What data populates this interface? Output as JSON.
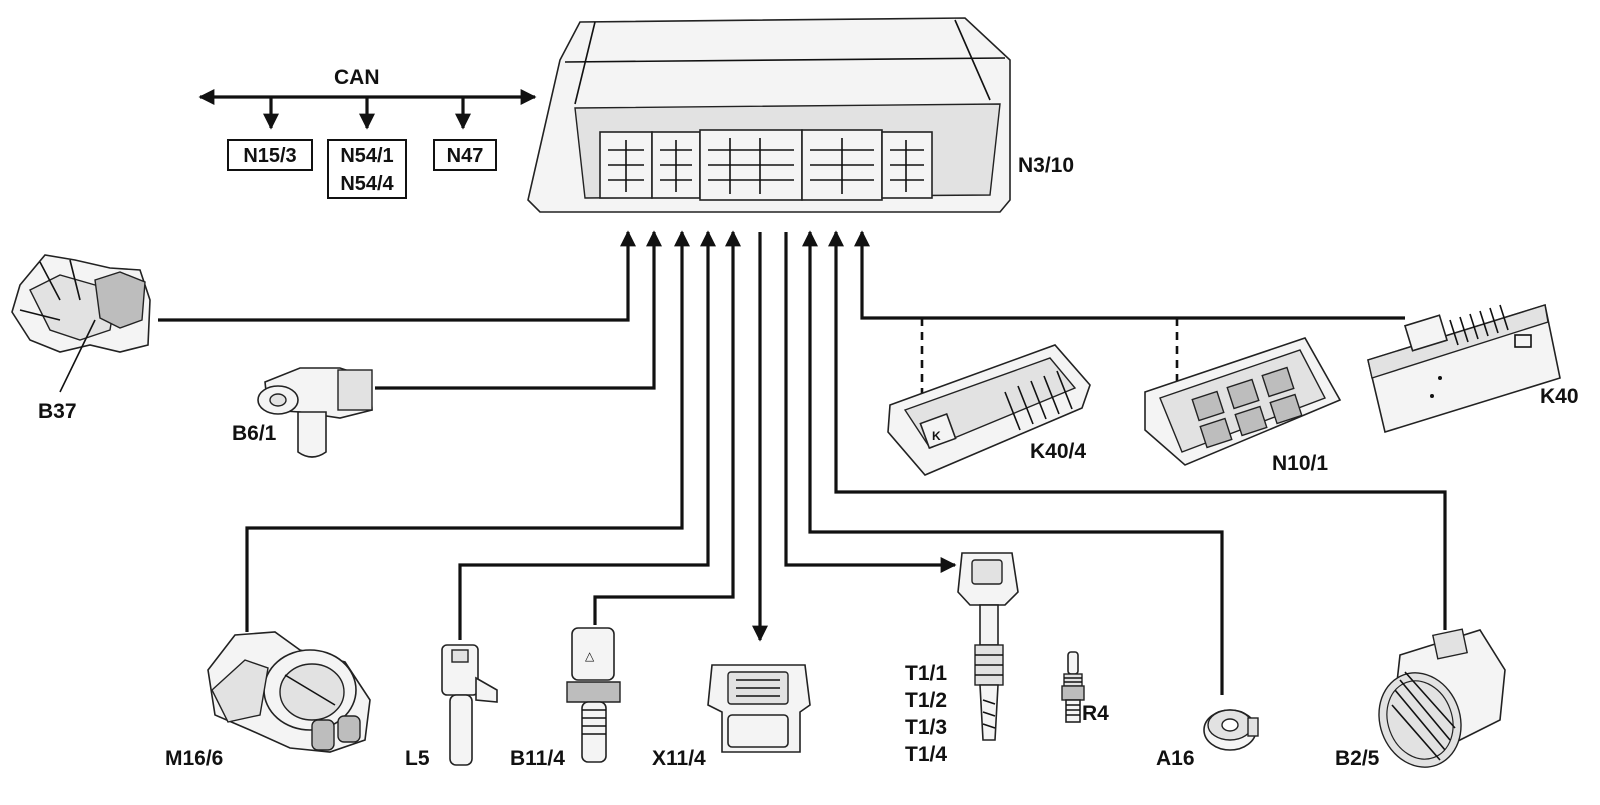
{
  "bus": {
    "label": "CAN"
  },
  "bus_nodes": [
    {
      "id": "n15-3",
      "lines": [
        "N15/3"
      ]
    },
    {
      "id": "n54",
      "lines": [
        "N54/1",
        "N54/4"
      ]
    },
    {
      "id": "n47",
      "lines": [
        "N47"
      ]
    }
  ],
  "ecu": {
    "label": "N3/10"
  },
  "components": {
    "b37": "B37",
    "b6_1": "B6/1",
    "k40_4": "K40/4",
    "n10_1": "N10/1",
    "k40": "K40",
    "m16_6": "M16/6",
    "l5": "L5",
    "b11_4": "B11/4",
    "x11_4": "X11/4",
    "t1_1": "T1/1",
    "t1_2": "T1/2",
    "t1_3": "T1/3",
    "t1_4": "T1/4",
    "r4": "R4",
    "a16": "A16",
    "b2_5": "B2/5"
  }
}
